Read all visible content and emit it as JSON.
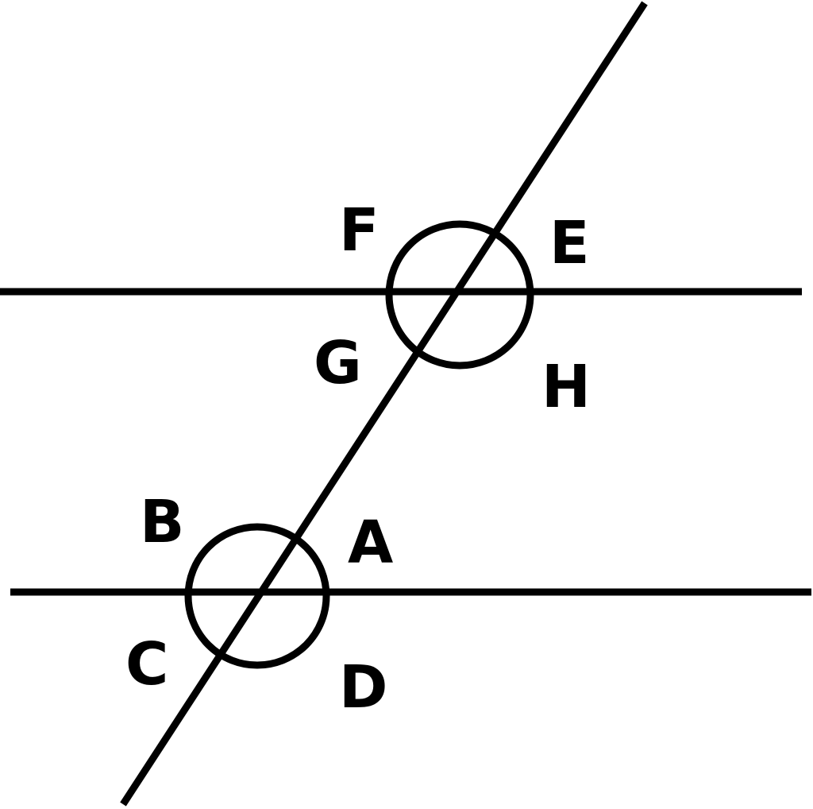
{
  "diagram": {
    "labels": {
      "a": "A",
      "b": "B",
      "c": "C",
      "d": "D",
      "e": "E",
      "f": "F",
      "g": "G",
      "h": "H"
    },
    "colors": {
      "stroke": "#000000",
      "background": "#ffffff"
    }
  }
}
